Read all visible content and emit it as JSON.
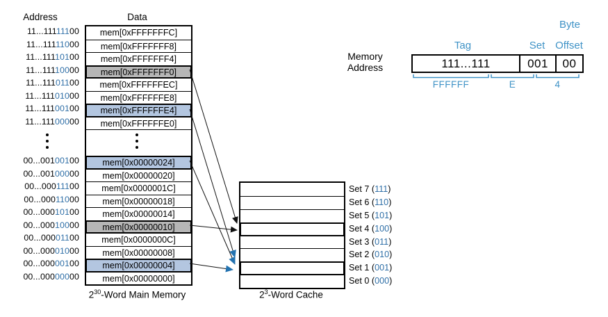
{
  "figure": {
    "title": "direct-mapped cache memory mapping diagram"
  },
  "colors": {
    "highlight_gray": "#b6b6b6",
    "highlight_blue": "#b3c6e0",
    "bit_text_blue": "#2f6fa7",
    "label_blue": "#3e92c6",
    "arrow_blue": "#2272b0",
    "arrow_black": "#111111"
  },
  "main_memory": {
    "address_header": "Address",
    "data_header": "Data",
    "caption": {
      "base": "2",
      "exponent": "30",
      "tail": "-Word Main Memory"
    },
    "upper_rows": [
      {
        "addr_pre": "11...111",
        "addr_set": "111",
        "addr_post": "00",
        "data": "mem[0xFFFFFFFC]",
        "highlight": ""
      },
      {
        "addr_pre": "11...111",
        "addr_set": "110",
        "addr_post": "00",
        "data": "mem[0xFFFFFFF8]",
        "highlight": ""
      },
      {
        "addr_pre": "11...111",
        "addr_set": "101",
        "addr_post": "00",
        "data": "mem[0xFFFFFFF4]",
        "highlight": ""
      },
      {
        "addr_pre": "11...111",
        "addr_set": "100",
        "addr_post": "00",
        "data": "mem[0xFFFFFFF0]",
        "highlight": "gray"
      },
      {
        "addr_pre": "11...111",
        "addr_set": "011",
        "addr_post": "00",
        "data": "mem[0xFFFFFFEC]",
        "highlight": ""
      },
      {
        "addr_pre": "11...111",
        "addr_set": "010",
        "addr_post": "00",
        "data": "mem[0xFFFFFFE8]",
        "highlight": ""
      },
      {
        "addr_pre": "11...111",
        "addr_set": "001",
        "addr_post": "00",
        "data": "mem[0xFFFFFFE4]",
        "highlight": "blue"
      },
      {
        "addr_pre": "11...111",
        "addr_set": "000",
        "addr_post": "00",
        "data": "mem[0xFFFFFFE0]",
        "highlight": ""
      }
    ],
    "lower_rows": [
      {
        "addr_pre": "00...001",
        "addr_set": "001",
        "addr_post": "00",
        "data": "mem[0x00000024]",
        "highlight": "blue"
      },
      {
        "addr_pre": "00...001",
        "addr_set": "000",
        "addr_post": "00",
        "data": "mem[0x00000020]",
        "highlight": ""
      },
      {
        "addr_pre": "00...000",
        "addr_set": "111",
        "addr_post": "00",
        "data": "mem[0x0000001C]",
        "highlight": ""
      },
      {
        "addr_pre": "00...000",
        "addr_set": "110",
        "addr_post": "00",
        "data": "mem[0x00000018]",
        "highlight": ""
      },
      {
        "addr_pre": "00...000",
        "addr_set": "101",
        "addr_post": "00",
        "data": "mem[0x00000014]",
        "highlight": ""
      },
      {
        "addr_pre": "00...000",
        "addr_set": "100",
        "addr_post": "00",
        "data": "mem[0x00000010]",
        "highlight": "gray"
      },
      {
        "addr_pre": "00...000",
        "addr_set": "011",
        "addr_post": "00",
        "data": "mem[0x0000000C]",
        "highlight": ""
      },
      {
        "addr_pre": "00...000",
        "addr_set": "010",
        "addr_post": "00",
        "data": "mem[0x00000008]",
        "highlight": ""
      },
      {
        "addr_pre": "00...000",
        "addr_set": "001",
        "addr_post": "00",
        "data": "mem[0x00000004]",
        "highlight": "blue"
      },
      {
        "addr_pre": "00...000",
        "addr_set": "000",
        "addr_post": "00",
        "data": "mem[0x00000000]",
        "highlight": ""
      }
    ]
  },
  "cache": {
    "caption": {
      "base": "2",
      "exponent": "3",
      "tail": "-Word Cache"
    },
    "sets": [
      {
        "pre": "Set 7 (",
        "bits": "111",
        "post": ")",
        "highlight": ""
      },
      {
        "pre": "Set 6 (",
        "bits": "110",
        "post": ")",
        "highlight": ""
      },
      {
        "pre": "Set 5 (",
        "bits": "101",
        "post": ")",
        "highlight": ""
      },
      {
        "pre": "Set 4 (",
        "bits": "100",
        "post": ")",
        "highlight": "gray"
      },
      {
        "pre": "Set 3 (",
        "bits": "011",
        "post": ")",
        "highlight": ""
      },
      {
        "pre": "Set 2 (",
        "bits": "010",
        "post": ")",
        "highlight": ""
      },
      {
        "pre": "Set 1 (",
        "bits": "001",
        "post": ")",
        "highlight": "blue"
      },
      {
        "pre": "Set 0 (",
        "bits": "000",
        "post": ")",
        "highlight": ""
      }
    ]
  },
  "address_breakdown": {
    "label_line1": "Memory",
    "label_line2": "Address",
    "byte_label": "Byte",
    "tag_label": "Tag",
    "set_label": "Set",
    "offset_label": "Offset",
    "tag_left": "111",
    "tag_dots": "...",
    "tag_right": "111",
    "set_bits": "001",
    "offset_bits": "00",
    "hex_tag": "FFFFFF",
    "hex_set": "E",
    "hex_offset": "4"
  }
}
